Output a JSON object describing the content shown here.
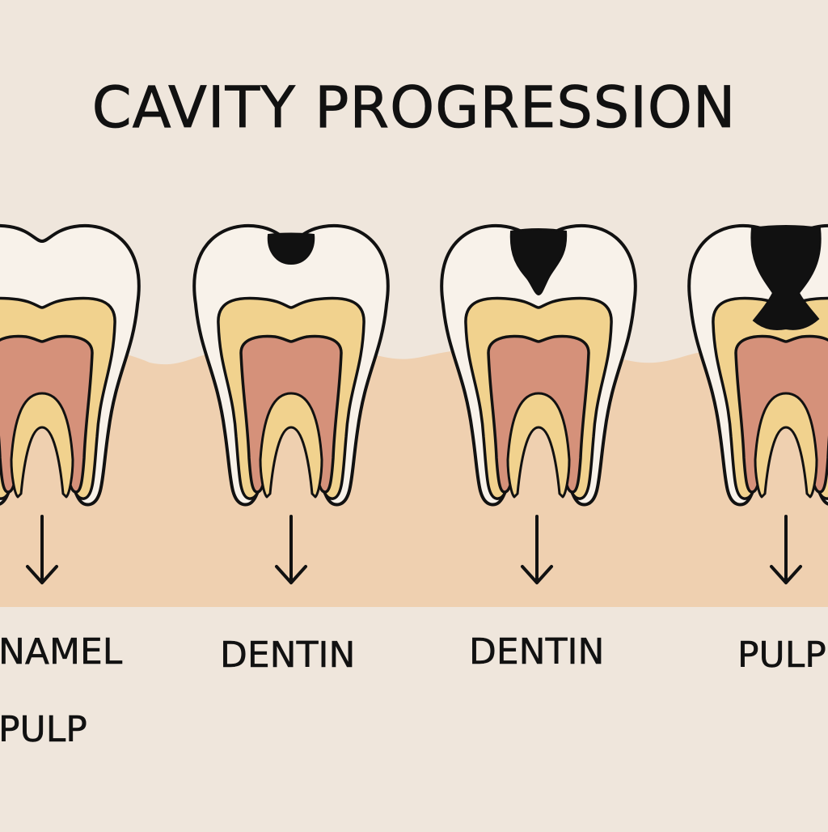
{
  "title": "CAVITY PROGRESSION",
  "colors": {
    "background": "#efe6dc",
    "gum": "#efd0b0",
    "enamel": "#f8f2ea",
    "dentin": "#f1d28e",
    "pulp": "#d5917a",
    "decay": "#111111",
    "outline": "#111111"
  },
  "stages": [
    {
      "name": "stage-1",
      "label": "NAMEL",
      "label2": "PULP",
      "decay": "none"
    },
    {
      "name": "stage-2",
      "label": "DENTIN",
      "decay": "enamel"
    },
    {
      "name": "stage-3",
      "label": "DENTIN",
      "decay": "dentin"
    },
    {
      "name": "stage-4",
      "label": "PULP",
      "decay": "pulp"
    }
  ]
}
